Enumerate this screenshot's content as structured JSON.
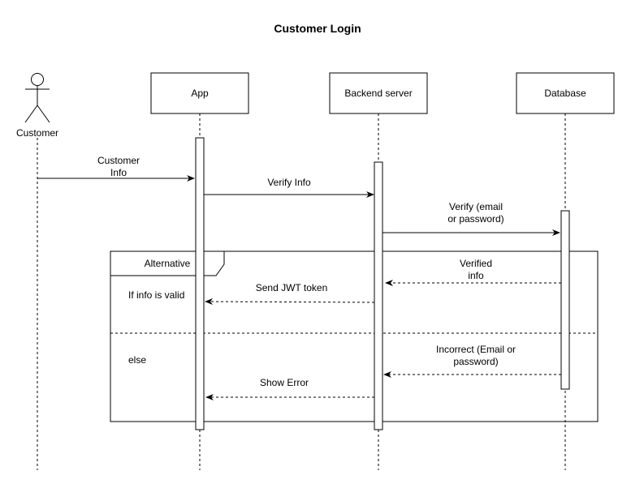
{
  "title": "Customer Login",
  "participants": {
    "actor": "Customer",
    "app": "App",
    "backend": "Backend server",
    "database": "Database"
  },
  "messages": {
    "customer_info": [
      "Customer",
      "Info"
    ],
    "verify_info": "Verify Info",
    "verify_db": [
      "Verify (email",
      "or password)"
    ],
    "verified_info": [
      "Verified",
      "info"
    ],
    "send_jwt": "Send JWT token",
    "incorrect": [
      "Incorrect (Email or",
      "password)"
    ],
    "show_error": "Show Error"
  },
  "fragment": {
    "operator": "Alternative",
    "guard_1": "If info is valid",
    "guard_2": "else"
  }
}
